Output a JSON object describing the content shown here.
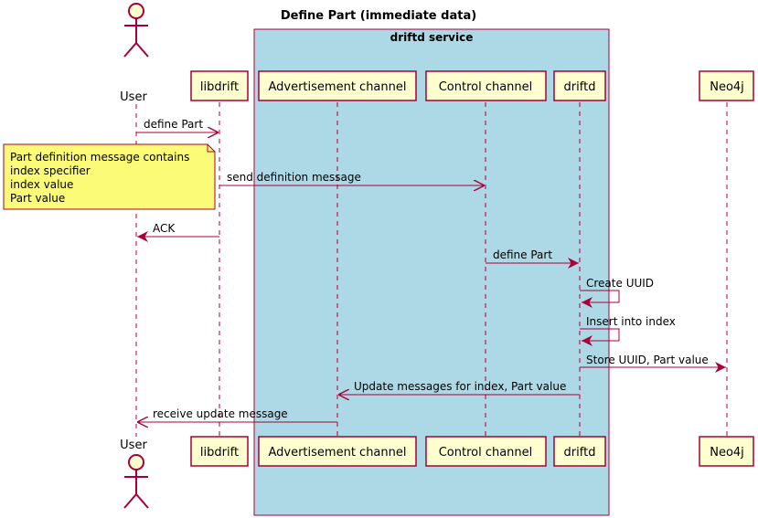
{
  "diagram": {
    "title": "Define Part (immediate data)",
    "box_title": "driftd service",
    "participants": {
      "user": "User",
      "libdrift": "libdrift",
      "advertisement": "Advertisement channel",
      "control": "Control channel",
      "driftd": "driftd",
      "neo4j": "Neo4j"
    },
    "messages": [
      {
        "text": "define Part",
        "from": "user",
        "to": "libdrift",
        "style": "open"
      },
      {
        "text": "send definition message",
        "from": "libdrift",
        "to": "control",
        "style": "open"
      },
      {
        "text": "ACK",
        "from": "libdrift",
        "to": "user",
        "style": "filled"
      },
      {
        "text": "define Part",
        "from": "control",
        "to": "driftd",
        "style": "filled"
      },
      {
        "text": "Create UUID",
        "from": "driftd",
        "to": "driftd",
        "style": "filled"
      },
      {
        "text": "Insert into index",
        "from": "driftd",
        "to": "driftd",
        "style": "filled"
      },
      {
        "text": "Store UUID, Part value",
        "from": "driftd",
        "to": "neo4j",
        "style": "filled"
      },
      {
        "text": "Update messages for index, Part value",
        "from": "driftd",
        "to": "advertisement",
        "style": "open"
      },
      {
        "text": "receive update message",
        "from": "advertisement",
        "to": "user",
        "style": "open"
      }
    ],
    "note": {
      "lines": [
        "Part definition message contains",
        "index specifier",
        "index value",
        "Part value"
      ]
    },
    "colors": {
      "box_fill": "#ADD8E6",
      "participant_fill": "#FEFECE",
      "border": "#A80036",
      "note_fill": "#FBFB77"
    }
  }
}
